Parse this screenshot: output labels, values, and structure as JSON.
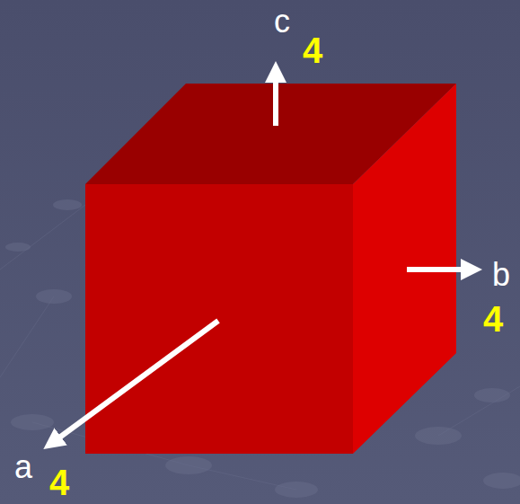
{
  "diagram": {
    "labels": [
      "c",
      "4",
      "b",
      "4",
      "a",
      "4"
    ]
  }
}
